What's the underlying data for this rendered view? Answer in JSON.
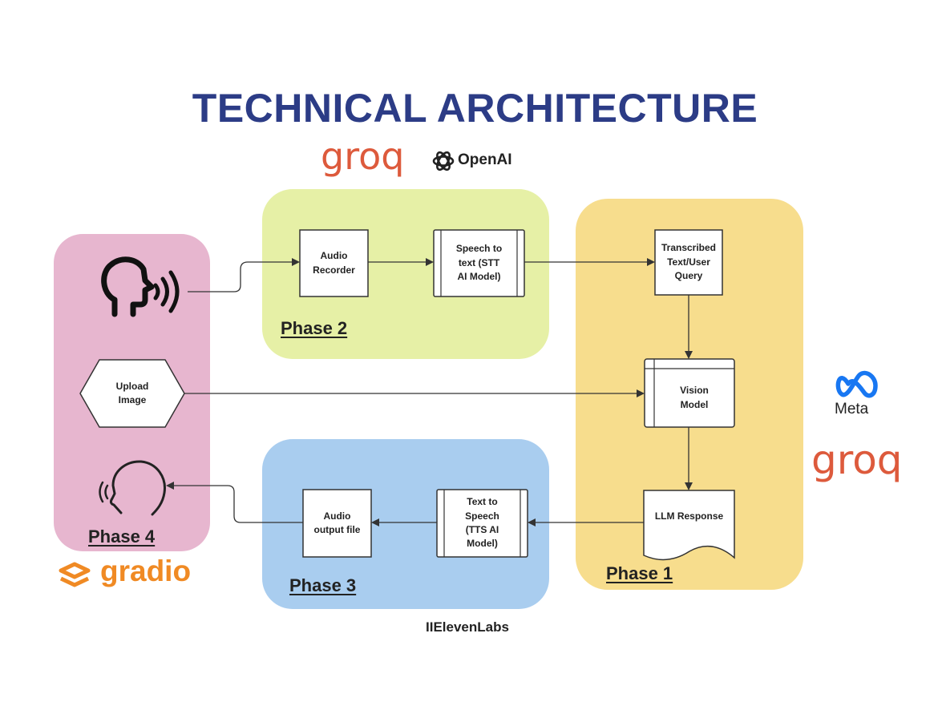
{
  "title": "TECHNICAL ARCHITECTURE",
  "phases": {
    "phase1": "Phase 1",
    "phase2": "Phase 2",
    "phase3": "Phase 3",
    "phase4": "Phase 4"
  },
  "nodes": {
    "audio_recorder": "Audio\nRecorder",
    "speech_to_text": "Speech to\ntext (STT\nAI Model)",
    "transcribed_text": "Transcribed\nText/User\nQuery",
    "upload_image": "Upload\nImage",
    "vision_model": "Vision\nModel",
    "llm_response": "LLM Response",
    "text_to_speech": "Text to\nSpeech\n(TTS AI\nModel)",
    "audio_output_file": "Audio\noutput file"
  },
  "logos": {
    "groq_top": "groq",
    "openai": "OpenAI",
    "meta": "Meta",
    "groq_right": "groq",
    "gradio": "gradio",
    "elevenlabs": "IIElevenLabs"
  },
  "colors": {
    "title": "#2c3c86",
    "phase1_bg": "#f7dd8d",
    "phase2_bg": "#e6f0a6",
    "phase3_bg": "#a9cdef",
    "phase4_bg": "#e7b6cf",
    "groq": "#dd5a3c",
    "gradio": "#f08a24",
    "meta_blue": "#1877f2"
  },
  "icons": [
    "speaking-head-icon",
    "listening-head-icon",
    "openai-icon",
    "meta-icon",
    "gradio-icon"
  ]
}
